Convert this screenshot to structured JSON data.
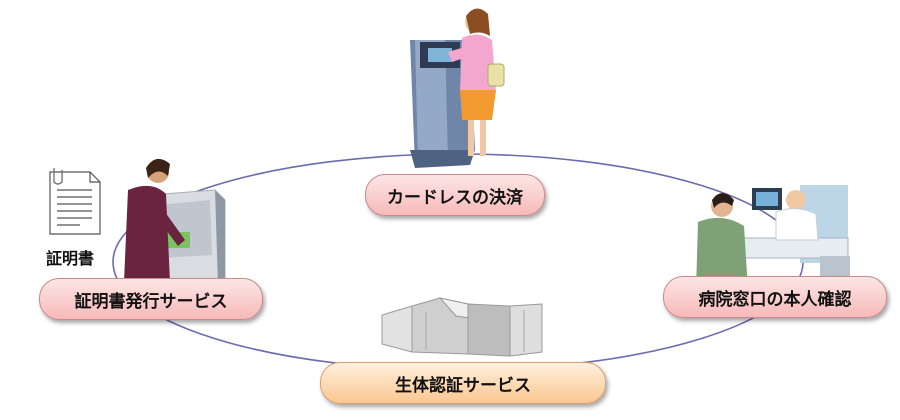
{
  "diagram": {
    "nodes": {
      "cardless_payment": "カードレスの決済",
      "hospital_id_check": "病院窓口の本人確認",
      "biometric_service": "生体認証サービス",
      "certificate_service": "証明書発行サービス"
    },
    "document_label": "証明書",
    "colors": {
      "ring": "#6b6bb0",
      "pill_pink": "#f7b9b9",
      "pill_orange": "#fbc690"
    }
  }
}
